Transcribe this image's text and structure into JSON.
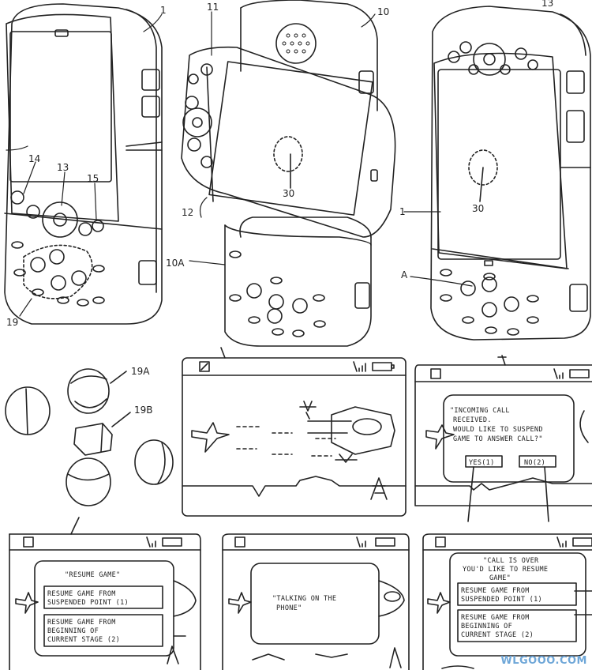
{
  "refs": {
    "r1": "1",
    "r10": "10",
    "r10a": "10A",
    "r11": "11",
    "r12": "12",
    "r13": "13",
    "r14": "14",
    "r15": "15",
    "r19": "19",
    "r19a": "19A",
    "r19b": "19B",
    "r30a": "30",
    "r30b": "30",
    "ra": "A",
    "r1b": "1",
    "r13b": "13"
  },
  "screens": {
    "incoming": {
      "l1": "\"INCOMING CALL",
      "l2": "RECEIVED.",
      "l3": "WOULD LIKE TO SUSPEND",
      "l4": "GAME TO ANSWER CALL?\"",
      "yes": "YES(1)",
      "no": "NO(2)"
    },
    "resume": {
      "title": "\"RESUME GAME\"",
      "o1a": "RESUME GAME FROM",
      "o1b": "SUSPENDED POINT (1)",
      "o2a": "RESUME GAME FROM",
      "o2b": "BEGINNING OF",
      "o2c": "CURRENT STAGE (2)"
    },
    "talking": {
      "l1": "\"TALKING ON THE",
      "l2": "PHONE\""
    },
    "callover": {
      "l1": "\"CALL IS OVER",
      "l2": "YOU'D LIKE TO RESUME",
      "l3": "GAME\"",
      "o1a": "RESUME GAME FROM",
      "o1b": "SUSPENDED POINT (1)",
      "o2a": "RESUME GAME FROM",
      "o2b": "BEGINNING OF",
      "o2c": "CURRENT STAGE (2)"
    }
  },
  "watermark": "WLGOOO.COM"
}
